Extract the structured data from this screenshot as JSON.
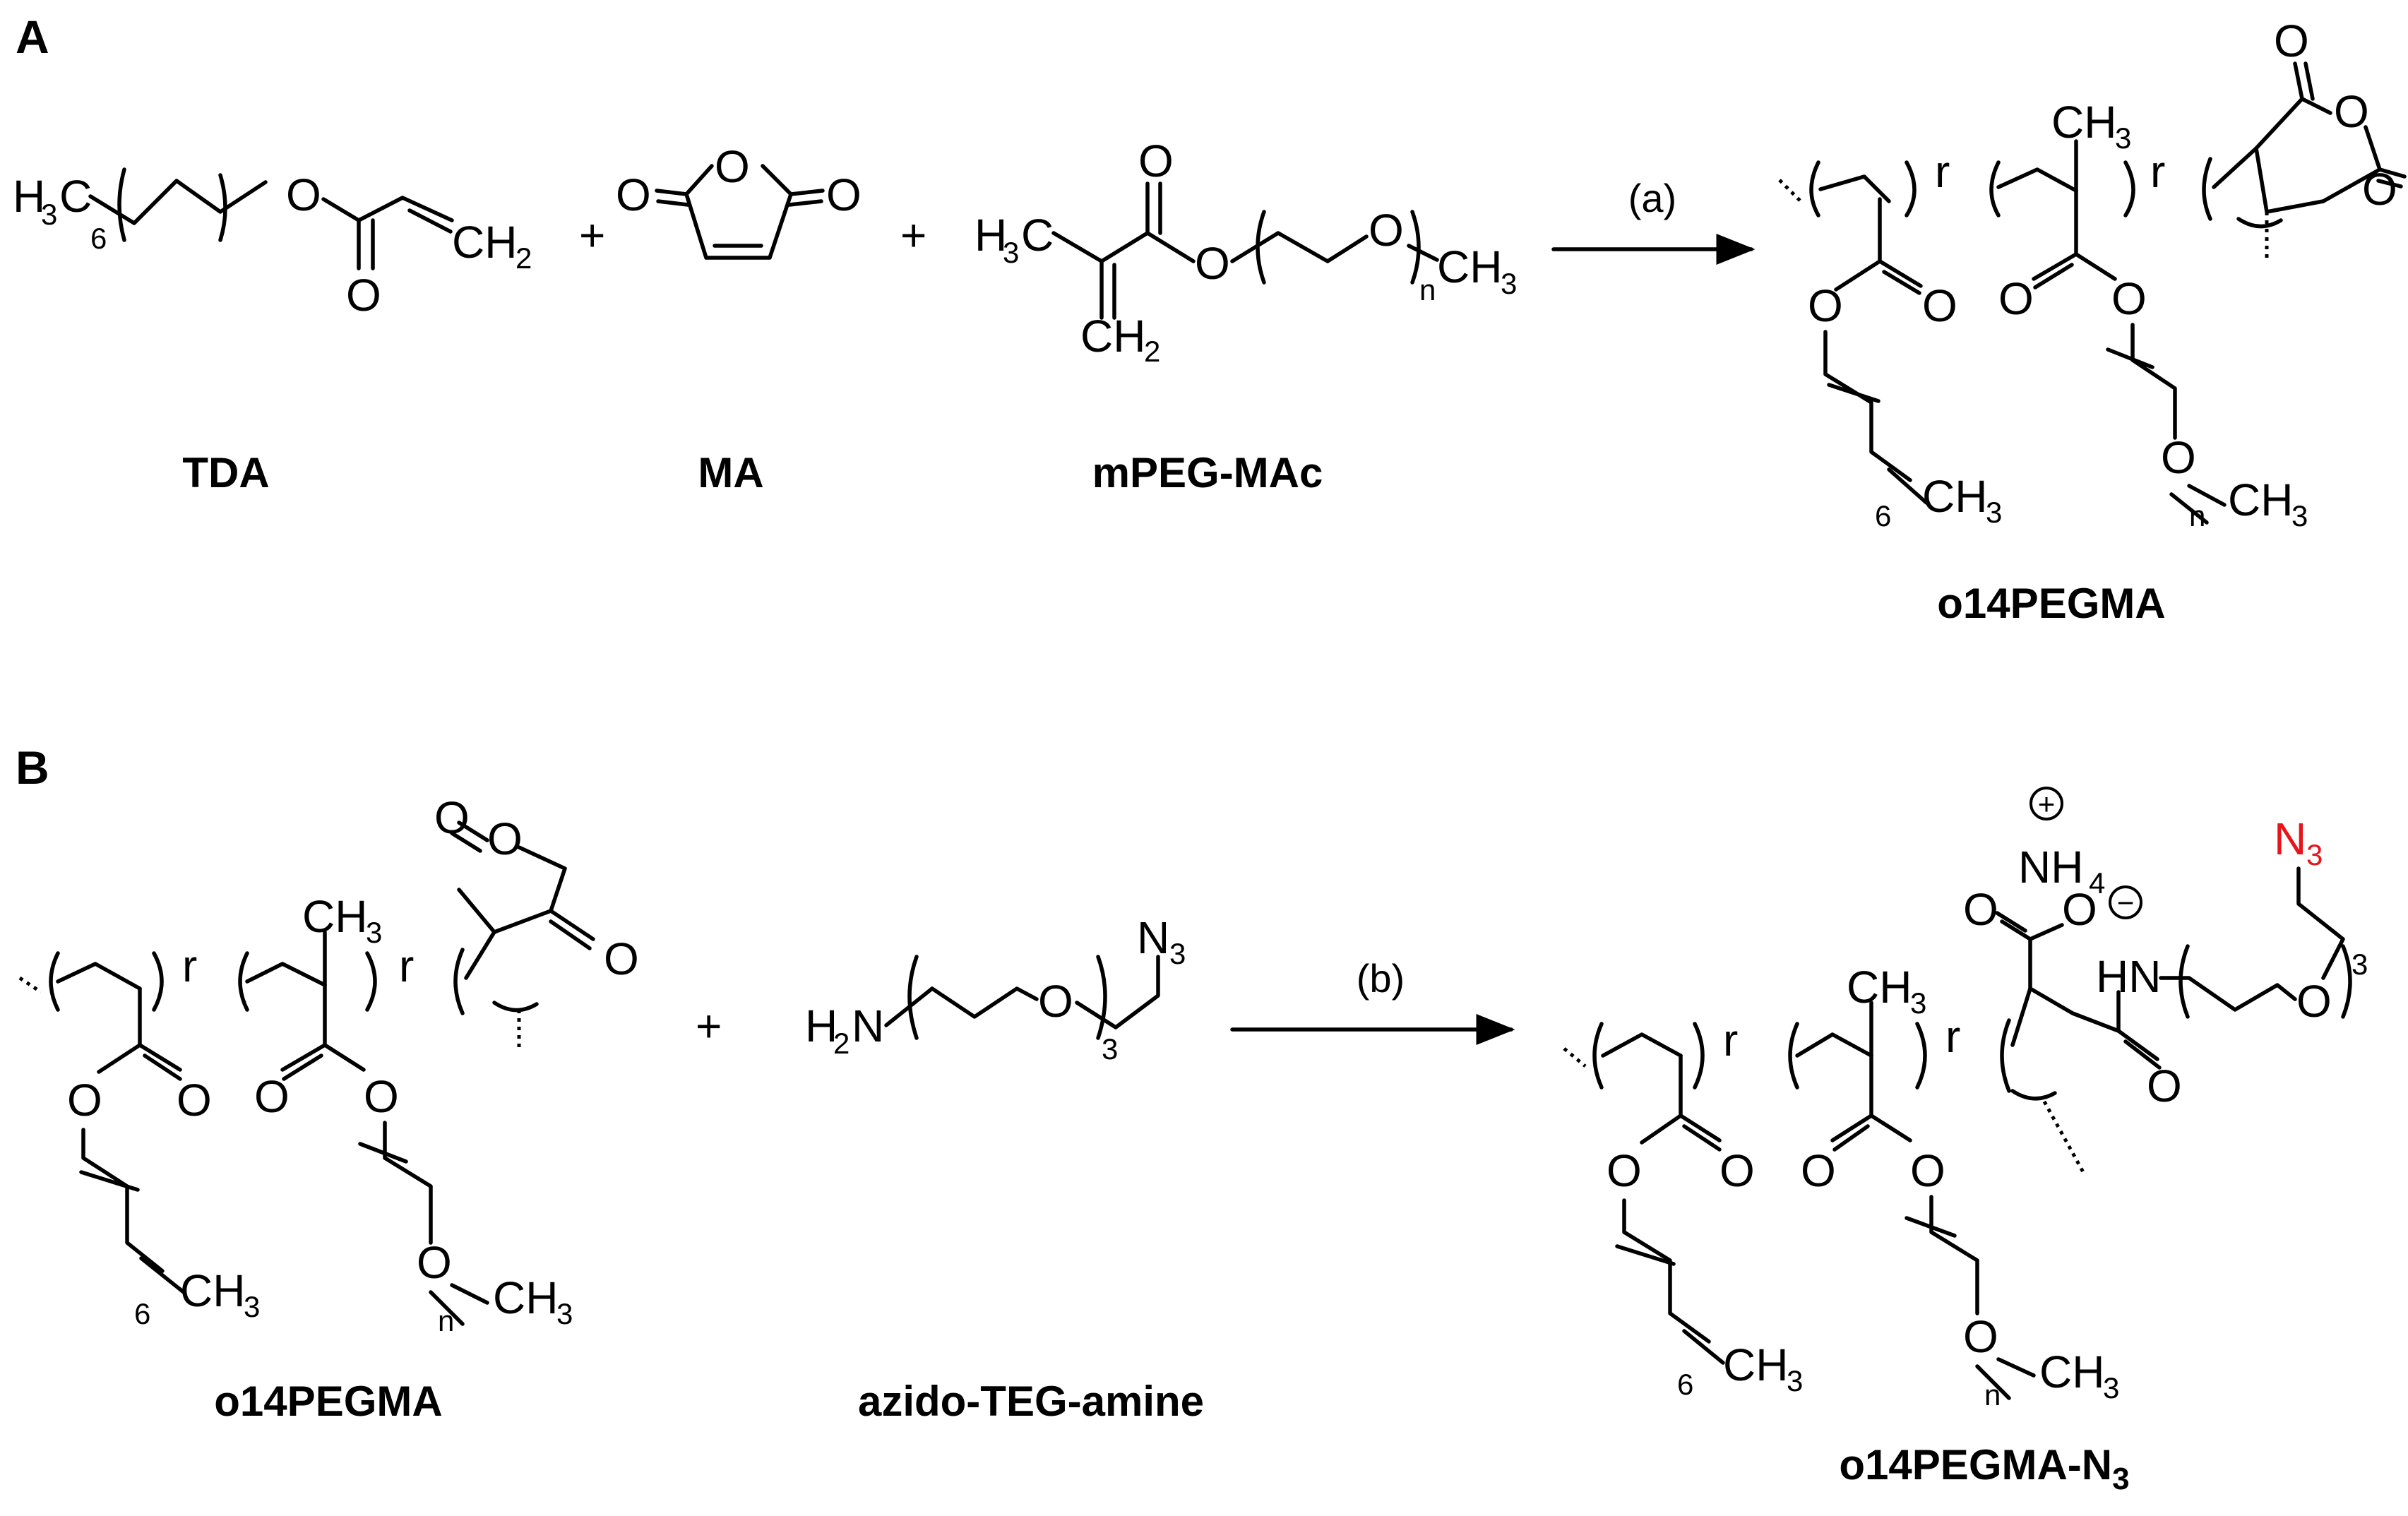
{
  "panels": {
    "a": "A",
    "b": "B"
  },
  "reagents": {
    "tda": "TDA",
    "ma": "MA",
    "mpeg": "mPEG-MAc",
    "o14pegma_product": "o14PEGMA",
    "o14pegma_start": "o14PEGMA",
    "azido": "azido-TEG-amine",
    "final_main": "o14PEGMA-N",
    "final_sub": "3"
  },
  "conditions": {
    "a": "(a)",
    "b": "(b)"
  },
  "plus": "+",
  "atoms": {
    "O": "O",
    "H": "H",
    "C": "C",
    "N": "N",
    "HN": "HN",
    "CH": "CH",
    "NH": "NH",
    "r": "r",
    "n": "n",
    "six": "6",
    "three": "3",
    "two": "2",
    "four": "4"
  },
  "charges": {
    "plus": "+",
    "minus": "−"
  },
  "colors": {
    "azide": "#e8141b",
    "ink": "#000000"
  }
}
